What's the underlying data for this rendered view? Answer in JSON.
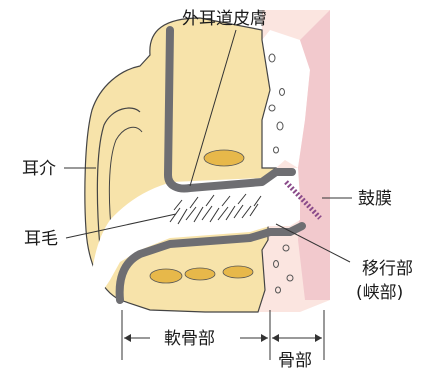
{
  "labels": {
    "ear_canal_skin": "外耳道皮膚",
    "auricle": "耳介",
    "ear_hair": "耳毛",
    "eardrum": "鼓膜",
    "transition_line1": "移行部",
    "transition_line2": "(峡部)",
    "cartilage_part": "軟骨部",
    "bone_part": "骨部"
  },
  "colors": {
    "skin": "#f7e3aa",
    "bone": "#fbe5e0",
    "bone_deep": "#f2c9cd",
    "canal_wall": "#6e6e72",
    "lumen": "#ffffff",
    "fat": "#e7b84a",
    "outline": "#444444"
  }
}
